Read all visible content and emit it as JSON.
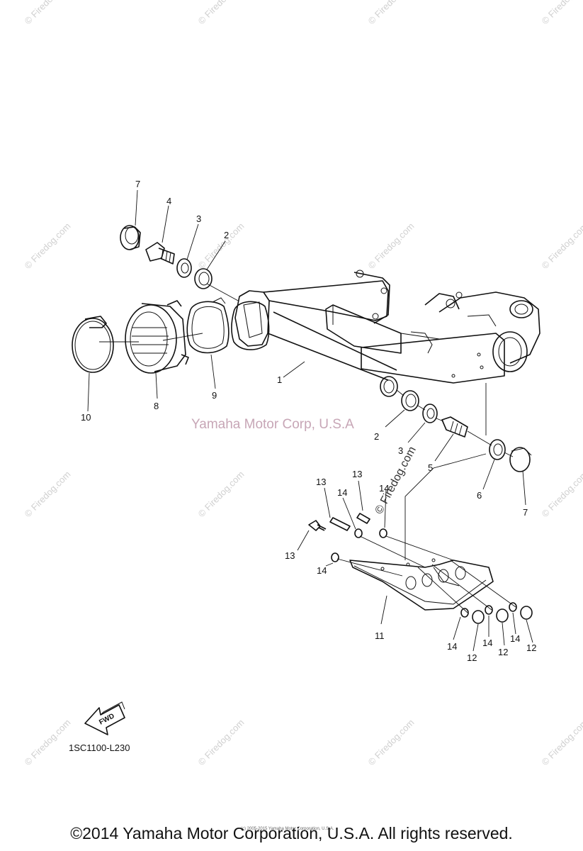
{
  "watermark": {
    "text": "© Firedog.com"
  },
  "center_watermark": "Yamaha Motor Corp, U.S.A",
  "rotated_watermark": "© Firedog.com",
  "callouts": {
    "swingarm": "1",
    "bearing_left": "2",
    "bearing_right": "2",
    "oil_seal_left": "3",
    "oil_seal_right": "3",
    "pivot_shaft": "4",
    "collar": "5",
    "seal_right": "6",
    "cap_left": "7",
    "cap_right": "7",
    "joint_boot": "8",
    "gasket": "9",
    "band": "10",
    "guard_plate": "11",
    "nut_a": "12",
    "nut_b": "12",
    "nut_c": "12",
    "bolt_a": "13",
    "bolt_b": "13",
    "bolt_c": "13",
    "collar_a": "14",
    "collar_b": "14",
    "collar_c": "14",
    "collar_d": "14",
    "collar_e": "14",
    "collar_f": "14"
  },
  "fwd_label": "FWD",
  "diagram_code": "1SC1100-L230",
  "tiny_credit": "(c) 2005-2015 Yamaha Motor Corporation, U.S.A.",
  "copyright": "©2014 Yamaha Motor Corporation, U.S.A. All rights reserved."
}
